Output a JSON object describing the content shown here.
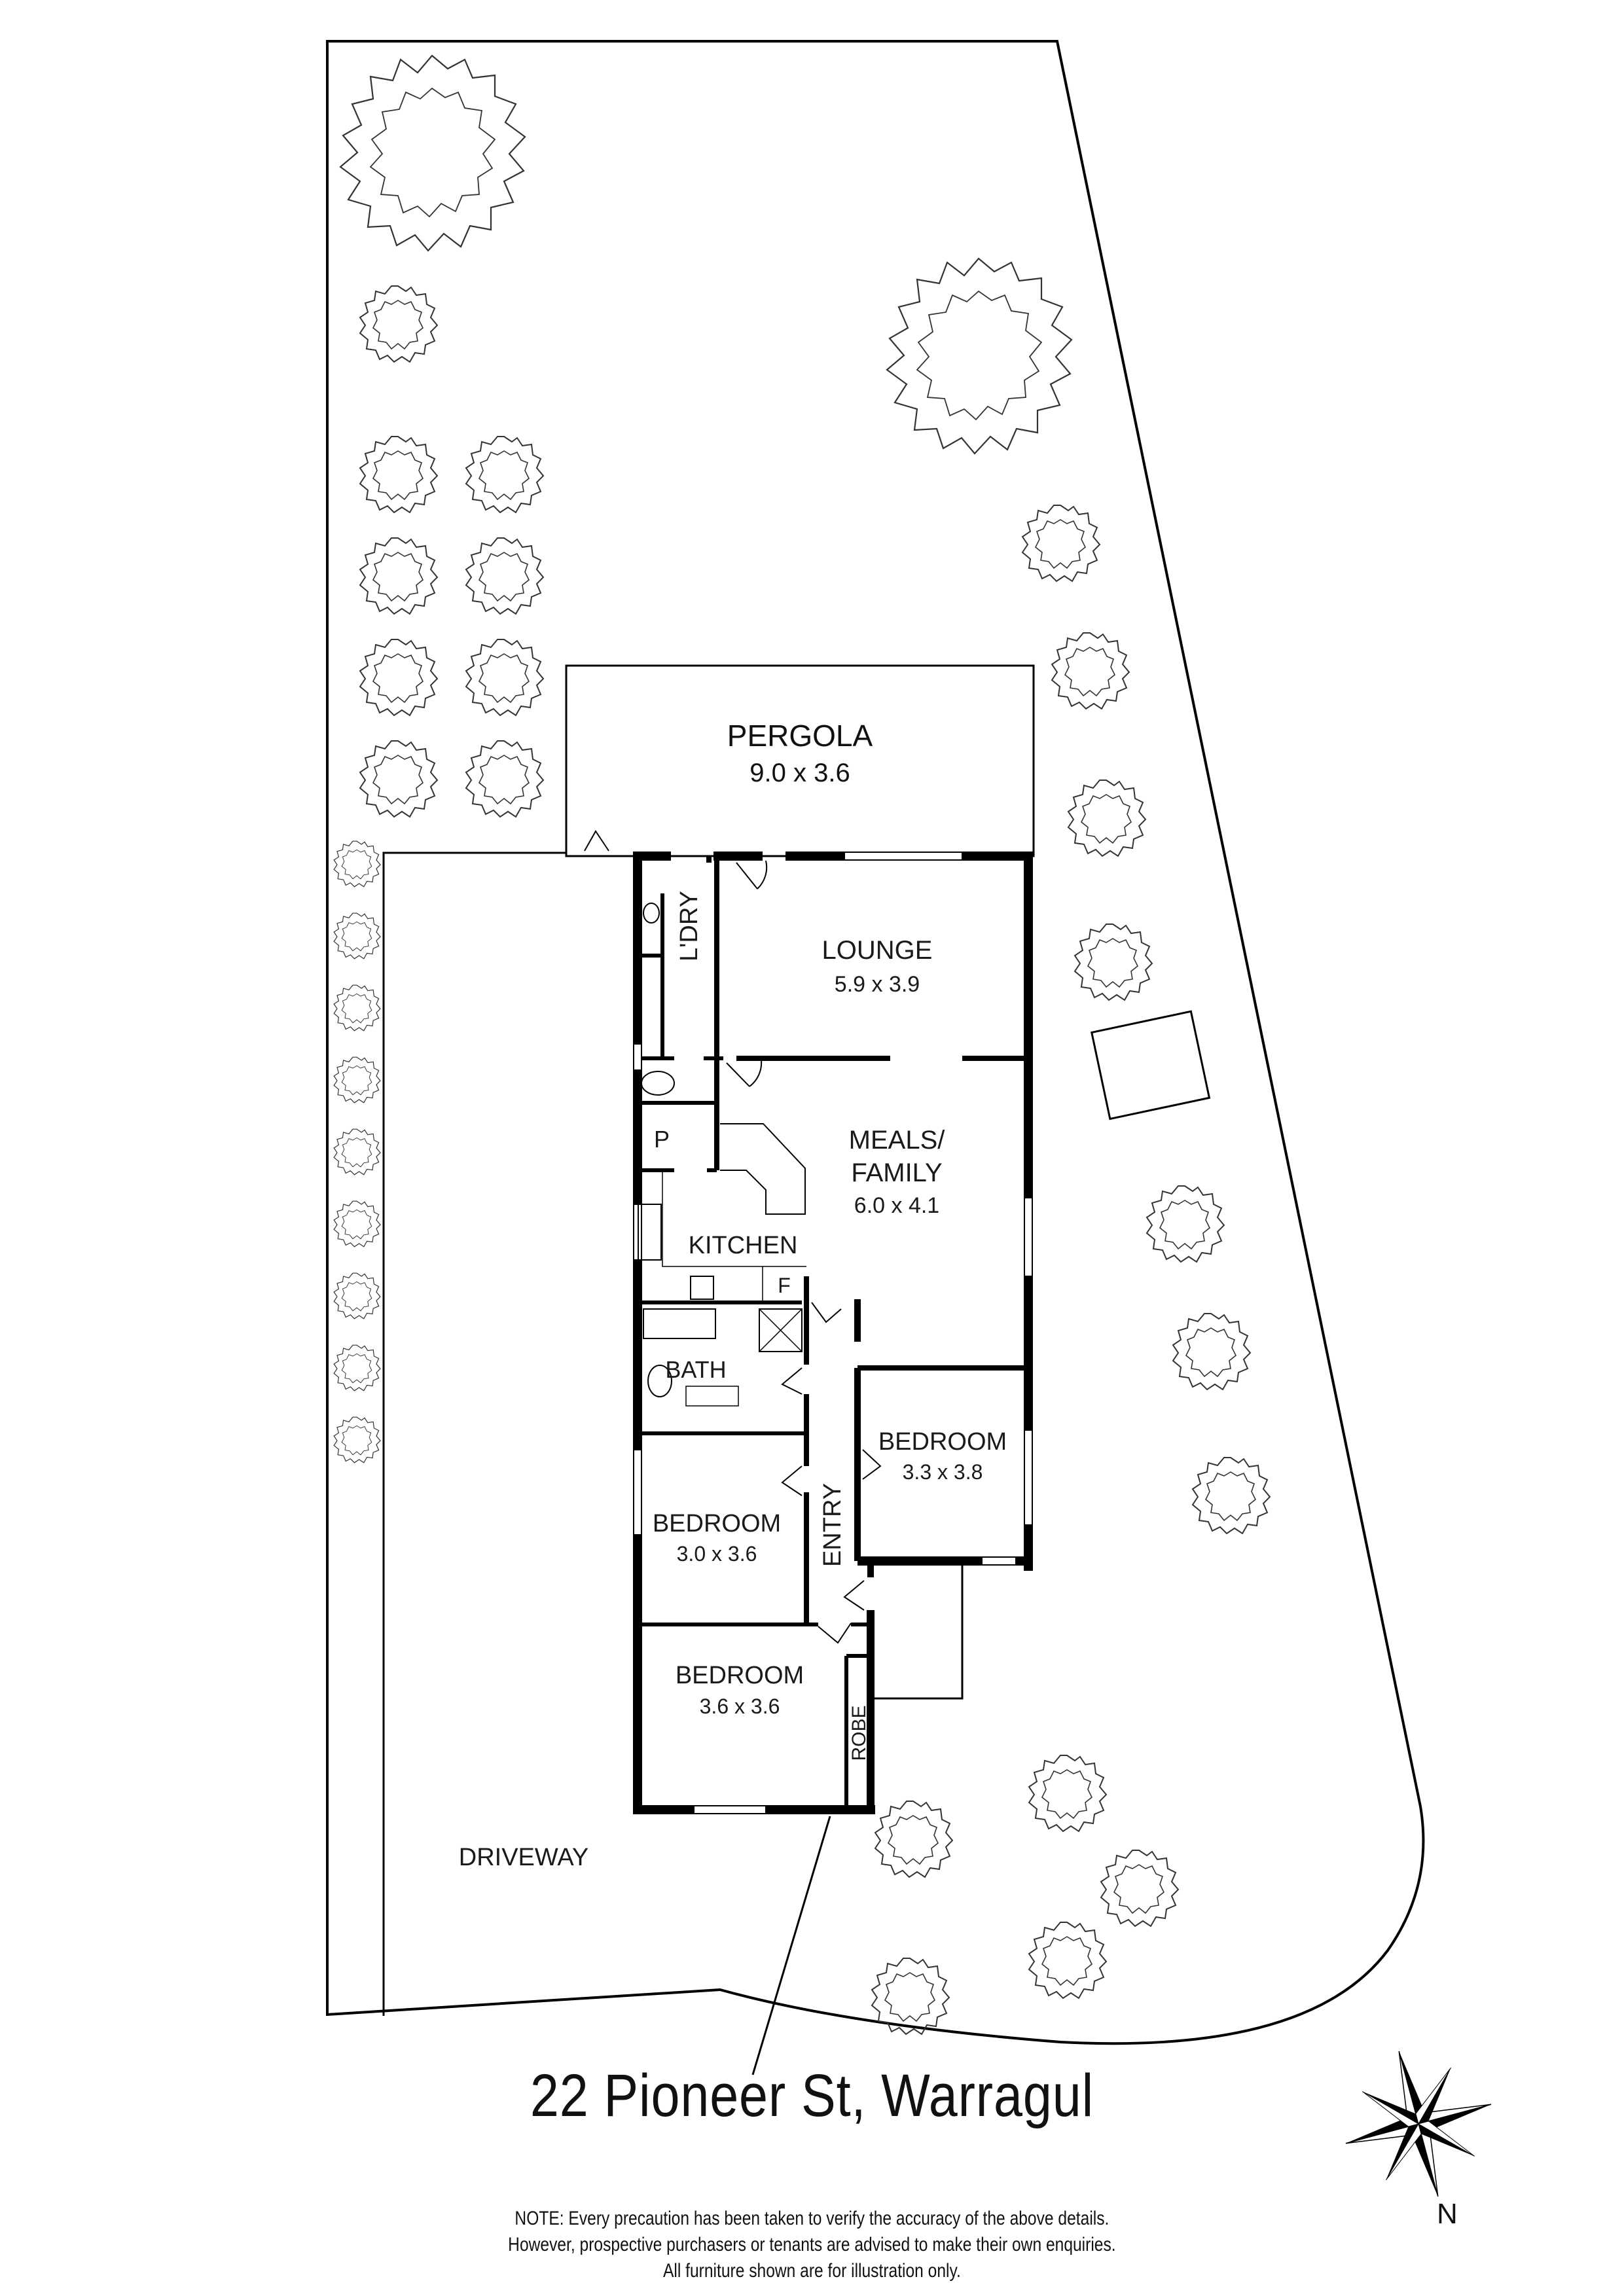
{
  "address": "22 Pioneer St, Warragul",
  "note_lines": [
    "NOTE: Every precaution has been taken to verify the accuracy of the above details.",
    "However, prospective purchasers or tenants are advised to make their own enquiries.",
    "All furniture shown are for illustration only."
  ],
  "compass": {
    "label": "N",
    "icon": "compass-rose-icon"
  },
  "rooms": {
    "pergola": {
      "name": "PERGOLA",
      "size": "9.0 x 3.6"
    },
    "lounge": {
      "name": "LOUNGE",
      "size": "5.9 x 3.9"
    },
    "laundry": {
      "name": "L'DRY"
    },
    "pantry": {
      "name": "P"
    },
    "meals_family": {
      "name_line1": "MEALS/",
      "name_line2": "FAMILY",
      "size": "6.0 x 4.1"
    },
    "kitchen": {
      "name": "KITCHEN"
    },
    "fridge": {
      "name": "F"
    },
    "bath": {
      "name": "BATH"
    },
    "bedroom_1": {
      "name": "BEDROOM",
      "size": "3.3 x 3.8"
    },
    "bedroom_2": {
      "name": "BEDROOM",
      "size": "3.0 x 3.6"
    },
    "bedroom_3": {
      "name": "BEDROOM",
      "size": "3.6 x 3.6"
    },
    "entry": {
      "name": "ENTRY"
    },
    "robe": {
      "name": "ROBE"
    },
    "driveway": {
      "name": "DRIVEWAY"
    }
  },
  "colors": {
    "line": "#000000",
    "background": "#ffffff",
    "text": "#1a1a1a"
  }
}
